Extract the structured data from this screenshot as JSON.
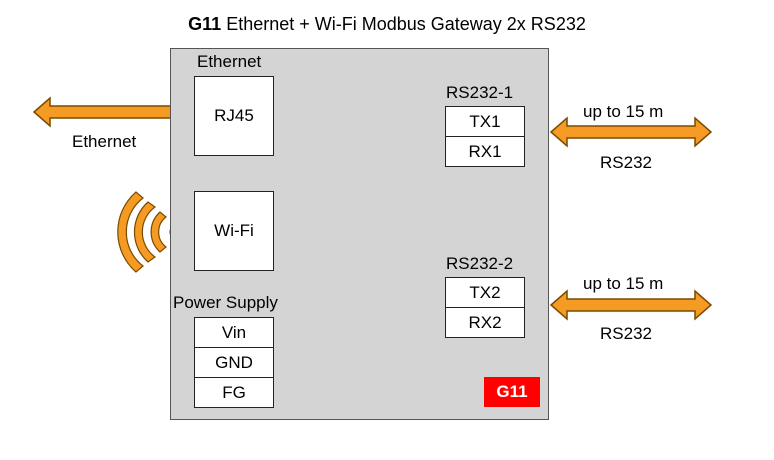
{
  "title": {
    "model": "G11",
    "text": "Ethernet + Wi-Fi Modbus Gateway 2x RS232"
  },
  "ethernet": {
    "section_label": "Ethernet",
    "port": "RJ45",
    "cable_label": "Ethernet"
  },
  "wifi": {
    "port": "Wi-Fi",
    "icon": "wifi-signal-icon"
  },
  "power": {
    "section_label": "Power Supply",
    "pins": [
      "Vin",
      "GND",
      "FG"
    ]
  },
  "rs232_1": {
    "section_label": "RS232-1",
    "pins": [
      "TX1",
      "RX1"
    ],
    "distance": "up to 15 m",
    "cable_label": "RS232"
  },
  "rs232_2": {
    "section_label": "RS232-2",
    "pins": [
      "TX2",
      "RX2"
    ],
    "distance": "up to 15 m",
    "cable_label": "RS232"
  },
  "badge": "G11",
  "colors": {
    "arrow_fill": "#f59a23",
    "arrow_stroke": "#7a4a00",
    "device_bg": "#d4d4d4",
    "badge_bg": "#ff0000"
  }
}
